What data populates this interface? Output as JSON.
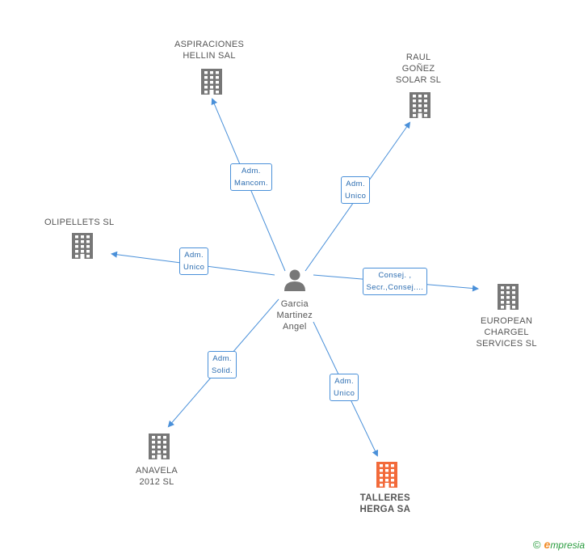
{
  "colors": {
    "edge": "#4a90d9",
    "building": "#777777",
    "focus_building": "#f26a3a",
    "person": "#777777"
  },
  "center": {
    "name": "Garcia\nMartinez\nAngel",
    "icon": "person-icon"
  },
  "companies": [
    {
      "id": "aspiraciones",
      "name": "ASPIRACIONES\nHELLIN SAL",
      "icon": "building-icon",
      "relation": "Adm.\nMancom.",
      "focus": false
    },
    {
      "id": "raul",
      "name": "RAUL\nGOÑEZ\nSOLAR SL",
      "icon": "building-icon",
      "relation": "Adm.\nUnico",
      "focus": false
    },
    {
      "id": "olipellets",
      "name": "OLIPELLETS SL",
      "icon": "building-icon",
      "relation": "Adm.\nUnico",
      "focus": false
    },
    {
      "id": "european",
      "name": "EUROPEAN\nCHARGEL\nSERVICES SL",
      "icon": "building-icon",
      "relation": "Consej. ,\nSecr.,Consej....",
      "focus": false
    },
    {
      "id": "anavela",
      "name": "ANAVELA\n2012 SL",
      "icon": "building-icon",
      "relation": "Adm.\nSolid.",
      "focus": false
    },
    {
      "id": "talleres",
      "name": "TALLERES\nHERGA SA",
      "icon": "building-icon",
      "relation": "Adm.\nUnico",
      "focus": true
    }
  ],
  "footer": {
    "copyright": "©",
    "brand_e": "e",
    "brand_rest": "mpresia"
  }
}
